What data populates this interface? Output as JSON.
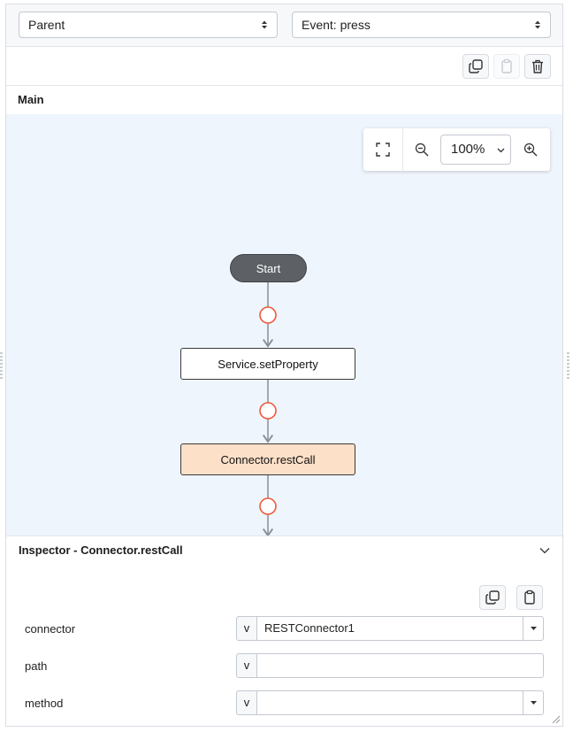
{
  "header": {
    "parent_select": {
      "value": "Parent"
    },
    "event_select": {
      "value": "Event: press"
    }
  },
  "toolbar": {
    "icons": [
      "copy-icon",
      "paste-icon",
      "trash-icon"
    ],
    "paste_disabled": true
  },
  "main": {
    "title": "Main",
    "zoom": {
      "value": "100%"
    },
    "flow": {
      "start_label": "Start",
      "nodes": [
        "Service.setProperty",
        "Connector.restCall"
      ],
      "active_node": "Connector.restCall"
    }
  },
  "inspector": {
    "title": "Inspector - Connector.restCall",
    "properties": [
      {
        "label": "connector",
        "mode": "v",
        "value": "RESTConnector1",
        "has_dropdown": true
      },
      {
        "label": "path",
        "mode": "v",
        "value": "",
        "has_dropdown": false
      },
      {
        "label": "method",
        "mode": "v",
        "value": "",
        "has_dropdown": true
      }
    ]
  },
  "colors": {
    "canvas_bg": "#eff5fc",
    "start_node": "#5d6166",
    "active_node": "#fde0c8",
    "connector_circle": "#ee5a3a"
  }
}
